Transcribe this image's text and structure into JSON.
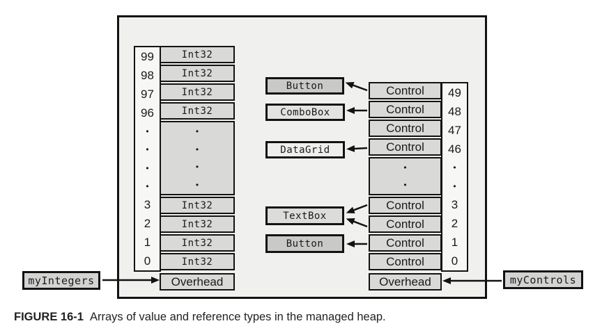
{
  "caption": {
    "label": "FIGURE 16-1",
    "text": "Arrays of value and reference types in the managed heap."
  },
  "glyphs": {
    "dot": "•"
  },
  "colors": {
    "page_bg": "#ffffff",
    "heap_bg": "#f0f0ef",
    "cell_fill": "#d9d9d8",
    "index_fill": "#f7f7f6",
    "button_fill": "#c9c9c8",
    "combobox_fill": "#e3e3e2",
    "datagrid_fill": "#eeeeed",
    "textbox_fill": "#dcdcdb",
    "pointer_fill": "#d3d3d2",
    "line": "#121212",
    "text": "#1a1a1a"
  },
  "int_array": {
    "pointer_label": "myIntegers",
    "overhead_label": "Overhead",
    "top_rows": [
      {
        "index": "99",
        "value": "Int32"
      },
      {
        "index": "98",
        "value": "Int32"
      },
      {
        "index": "97",
        "value": "Int32"
      },
      {
        "index": "96",
        "value": "Int32"
      }
    ],
    "bottom_rows": [
      {
        "index": "3",
        "value": "Int32"
      },
      {
        "index": "2",
        "value": "Int32"
      },
      {
        "index": "1",
        "value": "Int32"
      },
      {
        "index": "0",
        "value": "Int32"
      }
    ]
  },
  "control_array": {
    "pointer_label": "myControls",
    "overhead_label": "Overhead",
    "top_rows": [
      {
        "index": "49",
        "value": "Control"
      },
      {
        "index": "48",
        "value": "Control"
      },
      {
        "index": "47",
        "value": "Control"
      },
      {
        "index": "46",
        "value": "Control"
      }
    ],
    "bottom_rows": [
      {
        "index": "3",
        "value": "Control"
      },
      {
        "index": "2",
        "value": "Control"
      },
      {
        "index": "1",
        "value": "Control"
      },
      {
        "index": "0",
        "value": "Control"
      }
    ]
  },
  "heap_objects": [
    {
      "label": "Button"
    },
    {
      "label": "ComboBox"
    },
    {
      "label": "DataGrid"
    },
    {
      "label": "TextBox"
    },
    {
      "label": "Button"
    }
  ],
  "arrows": [
    {
      "from": "Control[49]",
      "to": "Button (top)"
    },
    {
      "from": "Control[48]",
      "to": "ComboBox"
    },
    {
      "from": "Control[46]",
      "to": "DataGrid"
    },
    {
      "from": "Control[3]",
      "to": "TextBox"
    },
    {
      "from": "Control[2]",
      "to": "TextBox"
    },
    {
      "from": "Control[1]",
      "to": "Button (bottom)"
    },
    {
      "from": "myIntegers",
      "to": "Int32 array Overhead"
    },
    {
      "from": "myControls",
      "to": "Control array Overhead"
    }
  ]
}
